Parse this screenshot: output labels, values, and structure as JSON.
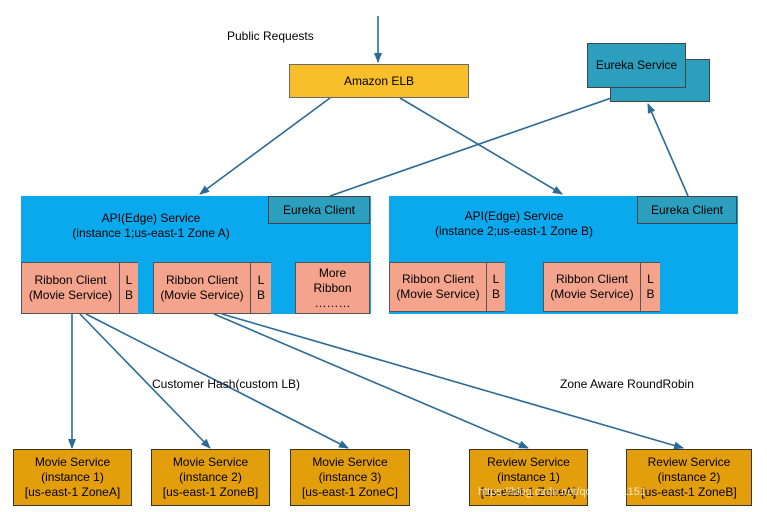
{
  "public_requests": "Public Requests",
  "elb": {
    "label": "Amazon  ELB"
  },
  "eureka_service": {
    "label": "Eureka  Service"
  },
  "api1": {
    "line1": "API(Edge) Service",
    "line2": "(instance 1;us-east-1 Zone A)",
    "eureka_client": "Eureka  Client",
    "ribbon1": {
      "line1": "Ribbon  Client",
      "line2": "(Movie Service)",
      "lb1": "L",
      "lb2": "B"
    },
    "ribbon2": {
      "line1": "Ribbon  Client",
      "line2": "(Movie Service)",
      "lb1": "L",
      "lb2": "B"
    },
    "more": {
      "line1": "More",
      "line2": "Ribbon",
      "line3": "………"
    }
  },
  "api2": {
    "line1": "API(Edge) Service",
    "line2": "(instance 2;us-east-1 Zone B)",
    "eureka_client": "Eureka  Client",
    "ribbon1": {
      "line1": "Ribbon  Client",
      "line2": "(Movie Service)",
      "lb1": "L",
      "lb2": "B"
    },
    "ribbon2": {
      "line1": "Ribbon  Client",
      "line2": "(Movie Service)",
      "lb1": "L",
      "lb2": "B"
    }
  },
  "customer_hash": "Customer Hash(custom LB)",
  "zone_aware": "Zone Aware RoundRobin",
  "movie_services": [
    {
      "line1": "Movie Service",
      "line2": "(instance 1)",
      "line3": "[us-east-1 ZoneA]"
    },
    {
      "line1": "Movie Service",
      "line2": "(instance 2)",
      "line3": "[us-east-1 ZoneB]"
    },
    {
      "line1": "Movie Service",
      "line2": "(instance 3)",
      "line3": "[us-east-1 ZoneC]"
    }
  ],
  "review_services": [
    {
      "line1": "Review Service",
      "line2": "(instance 1)",
      "line3": "[us-east-1 ZoneA]"
    },
    {
      "line1": "Review Service",
      "line2": "(instance 2)",
      "line3": "[us-east-1 ZoneB]"
    }
  ],
  "watermark": "https://blog.csdn.net/qq_41331151",
  "colors": {
    "line": "#2a6a96",
    "elb": "#f9bf2a",
    "eureka": "#2b9fbd",
    "region": "#0aa9ee",
    "ribbon": "#f4a48d",
    "service": "#e39e0b"
  }
}
